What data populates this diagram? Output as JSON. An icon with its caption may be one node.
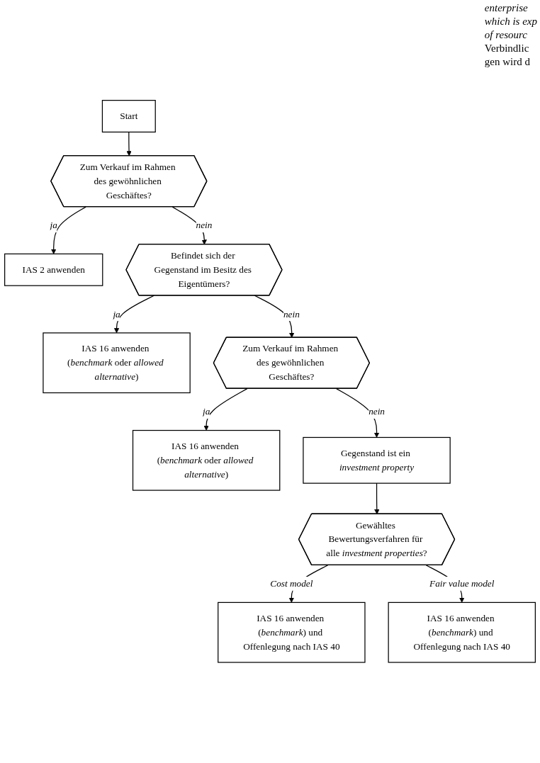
{
  "diagram": {
    "nodes": [
      {
        "text": [
          "Start"
        ]
      },
      {
        "text": [
          "Zum Verkauf im Rahmen des gewöhnlichen Geschäftes?"
        ]
      },
      {
        "text": [
          "IAS 2 anwenden"
        ]
      },
      {
        "text": [
          "Befindet sich der Gegenstand im Besitz des Eigentümers?"
        ]
      },
      {
        "text": [
          "IAS 16 anwenden (*benchmark* oder *allowed alternative*)"
        ]
      },
      {
        "text": [
          "Zum Verkauf im Rahmen des gewöhnlichen Geschäftes?"
        ]
      },
      {
        "text": [
          "IAS 16 anwenden (*benchmark* oder *allowed alternative*)"
        ]
      },
      {
        "text": [
          "Gegenstand ist ein *investment property*"
        ]
      },
      {
        "text": [
          "Gewähltes Bewertungsverfahren für alle *investment properties*?"
        ]
      },
      {
        "text": [
          "IAS 16 anwenden (*benchmark*) und Offenlegung nach IAS 40"
        ]
      },
      {
        "text": [
          "IAS 16 anwenden (*benchmark*) und Offenlegung nach IAS 40"
        ]
      }
    ],
    "edges": [
      {
        "from": 0,
        "to": 1,
        "arrow": "to"
      },
      {
        "from": 1,
        "to": 2,
        "arrow": "to",
        "label": "ja"
      },
      {
        "from": 1,
        "to": 3,
        "arrow": "to",
        "label": "nein"
      },
      {
        "from": 3,
        "to": 4,
        "arrow": "to",
        "label": "ja"
      },
      {
        "from": 3,
        "to": 5,
        "arrow": "to",
        "label": "nein"
      },
      {
        "from": 5,
        "to": 6,
        "arrow": "to",
        "label": "ja"
      },
      {
        "from": 5,
        "to": 7,
        "arrow": "to",
        "label": "nein"
      },
      {
        "from": 7,
        "to": 8,
        "arrow": "to"
      },
      {
        "from": 8,
        "to": 9,
        "arrow": "to",
        "label": "Cost model"
      },
      {
        "from": 8,
        "to": 10,
        "arrow": "to",
        "label": "Fair value model"
      }
    ],
    "labels": [
      "enterprise",
      "which is exp",
      "of resourc",
      "Verbindlic",
      "gen wird d"
    ]
  }
}
